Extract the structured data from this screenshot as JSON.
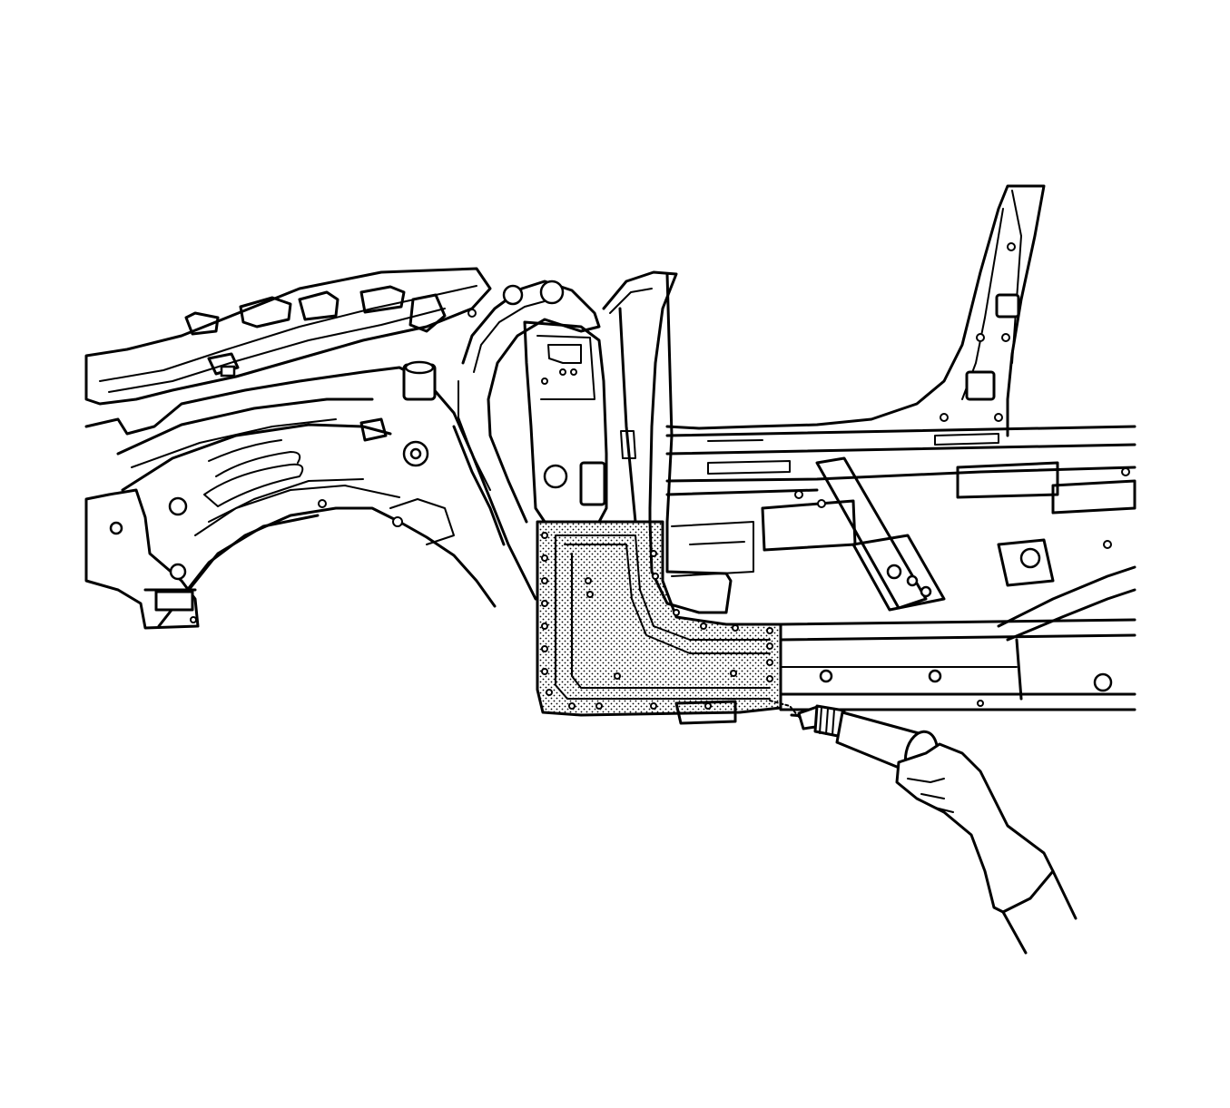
{
  "figure": {
    "subject": "vehicle-body-side-structure",
    "highlighted_region": "lower-hinge-pillar-rocker-area",
    "tool": "sealant-applicator",
    "colors": {
      "line": "#000000",
      "background": "#ffffff",
      "highlight_pattern": "#000000"
    }
  }
}
